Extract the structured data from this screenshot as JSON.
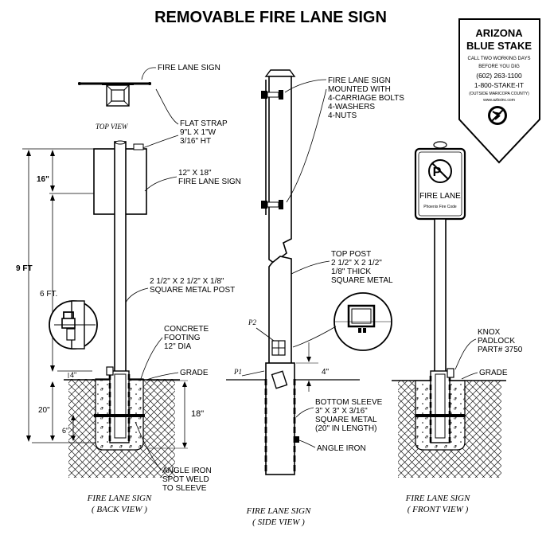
{
  "title": "REMOVABLE FIRE LANE SIGN",
  "badge": {
    "line1": "ARIZONA",
    "line2": "BLUE STAKE",
    "line3": "CALL TWO WORKING DAYS",
    "line4": "BEFORE YOU DIG",
    "phone1": "(602) 263-1100",
    "phone2": "1-800-STAKE-IT",
    "line7": "(OUTSIDE MARICOPA COUNTY)",
    "web": "www.azbsinc.com"
  },
  "back_view": {
    "sign_label": "FIRE LANE SIGN",
    "top_view_label": "TOP VIEW",
    "strap_1": "FLAT STRAP",
    "strap_2": "9\"L X 1\"W",
    "strap_3": "3/16\" HT",
    "panel_1": "12\" X 18\"",
    "panel_2": "FIRE LANE SIGN",
    "dim_16": "16\"",
    "dim_9ft": "9 FT",
    "dim_6ft": "6 FT.",
    "post_1": "2 1/2\" X 2 1/2\" X 1/8\"",
    "post_2": "SQUARE METAL POST",
    "footing_1": "CONCRETE",
    "footing_2": "FOOTING",
    "footing_3": "12\" DIA",
    "grade": "GRADE",
    "dim_4": "4\"",
    "dim_20": "20\"",
    "dim_18": "18\"",
    "dim_6": "6\"",
    "angle_1": "ANGLE IRON",
    "angle_2": "SPOT WELD",
    "angle_3": "TO SLEEVE",
    "caption_1": "FIRE LANE SIGN",
    "caption_2": "( BACK VIEW )"
  },
  "side_view": {
    "mount_1": "FIRE LANE SIGN",
    "mount_2": "MOUNTED WITH",
    "mount_3": "4-CARRIAGE BOLTS",
    "mount_4": "4-WASHERS",
    "mount_5": "4-NUTS",
    "top_post_1": "TOP POST",
    "top_post_2": "2 1/2\" X 2 1/2\"",
    "top_post_3": "1/8\" THICK",
    "top_post_4": "SQUARE METAL",
    "p2": "P2",
    "p1": "P1",
    "dim_4": "4\"",
    "sleeve_1": "BOTTOM SLEEVE",
    "sleeve_2": "3\" X 3\" X 3/16\"",
    "sleeve_3": "SQUARE METAL",
    "sleeve_4": "(20\" IN LENGTH)",
    "angle": "ANGLE IRON",
    "caption_1": "FIRE LANE SIGN",
    "caption_2": "( SIDE  VIEW )"
  },
  "front_view": {
    "sign_text": "FIRE LANE",
    "sign_small": "Phoenix Fire Code",
    "knox_1": "KNOX",
    "knox_2": "PADLOCK",
    "knox_3": "PART# 3750",
    "grade": "GRADE",
    "caption_1": "FIRE LANE SIGN",
    "caption_2": "( FRONT VIEW )"
  }
}
